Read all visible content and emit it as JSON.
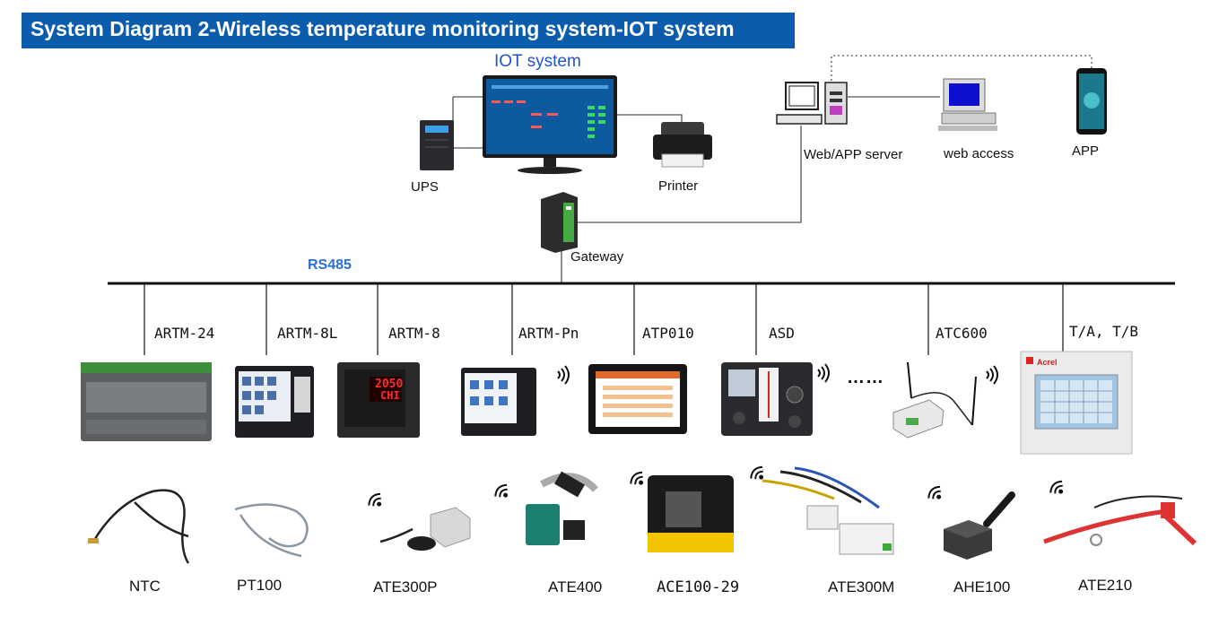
{
  "title": "System Diagram 2-Wireless temperature monitoring system-IOT system",
  "labels": {
    "iot_system": "IOT system",
    "ups": "UPS",
    "printer": "Printer",
    "gateway": "Gateway",
    "web_app_server": "Web/APP server",
    "web_access": "web access",
    "app": "APP",
    "rs485": "RS485",
    "ellipsis": "……"
  },
  "devices": [
    "ARTM-24",
    "ARTM-8L",
    "ARTM-8",
    "ARTM-Pn",
    "ATP010",
    "ASD",
    "ATC600",
    "T/A, T/B"
  ],
  "screens": {
    "artm8_top": "2050",
    "artm8_bottom": "CHI",
    "ta_brand": "Acrel"
  },
  "sensors": [
    "NTC",
    "PT100",
    "ATE300P",
    "ATE400",
    "ACE100-29",
    "ATE300M",
    "AHE100",
    "ATE210"
  ],
  "colors": {
    "title_bg": "#0b5cad",
    "rs485_text": "#2a6fd6",
    "iot_text": "#1f55c8",
    "bus": "#111111"
  }
}
